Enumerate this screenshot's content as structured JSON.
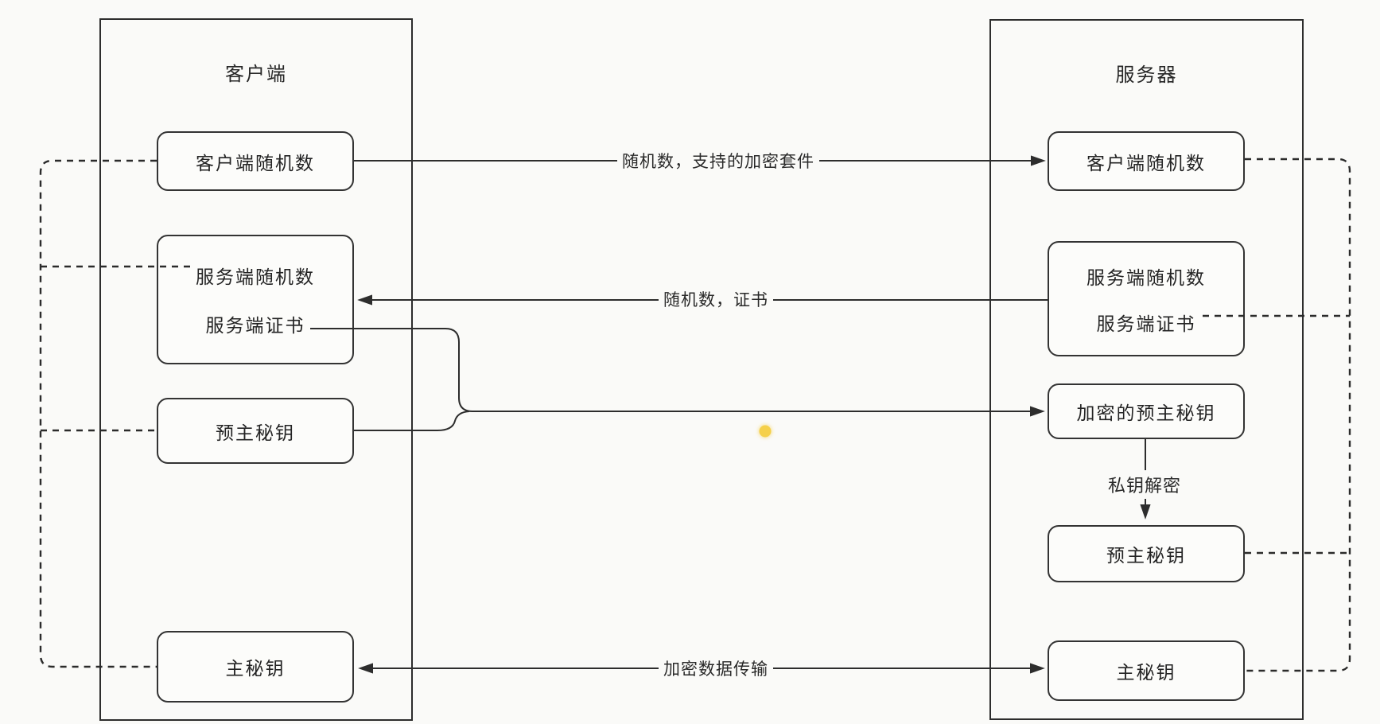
{
  "client": {
    "title": "客户端",
    "boxes": {
      "client_random": "客户端随机数",
      "server_random": "服务端随机数",
      "server_cert": "服务端证书",
      "premaster": "预主秘钥",
      "master": "主秘钥"
    }
  },
  "server": {
    "title": "服务器",
    "boxes": {
      "client_random": "客户端随机数",
      "server_random": "服务端随机数",
      "server_cert": "服务端证书",
      "encrypted_premaster": "加密的预主秘钥",
      "premaster": "预主秘钥",
      "master": "主秘钥"
    }
  },
  "messages": {
    "client_hello": "随机数，支持的加密套件",
    "server_hello": "随机数，证书",
    "private_key_decrypt": "私钥解密",
    "encrypted_data": "加密数据传输"
  },
  "colors": {
    "background": "#fafaf8",
    "line": "#2d2d2d",
    "box_border": "#333333",
    "box_fill": "#fcfcfa",
    "pointer_dot": "#f5d04a"
  }
}
